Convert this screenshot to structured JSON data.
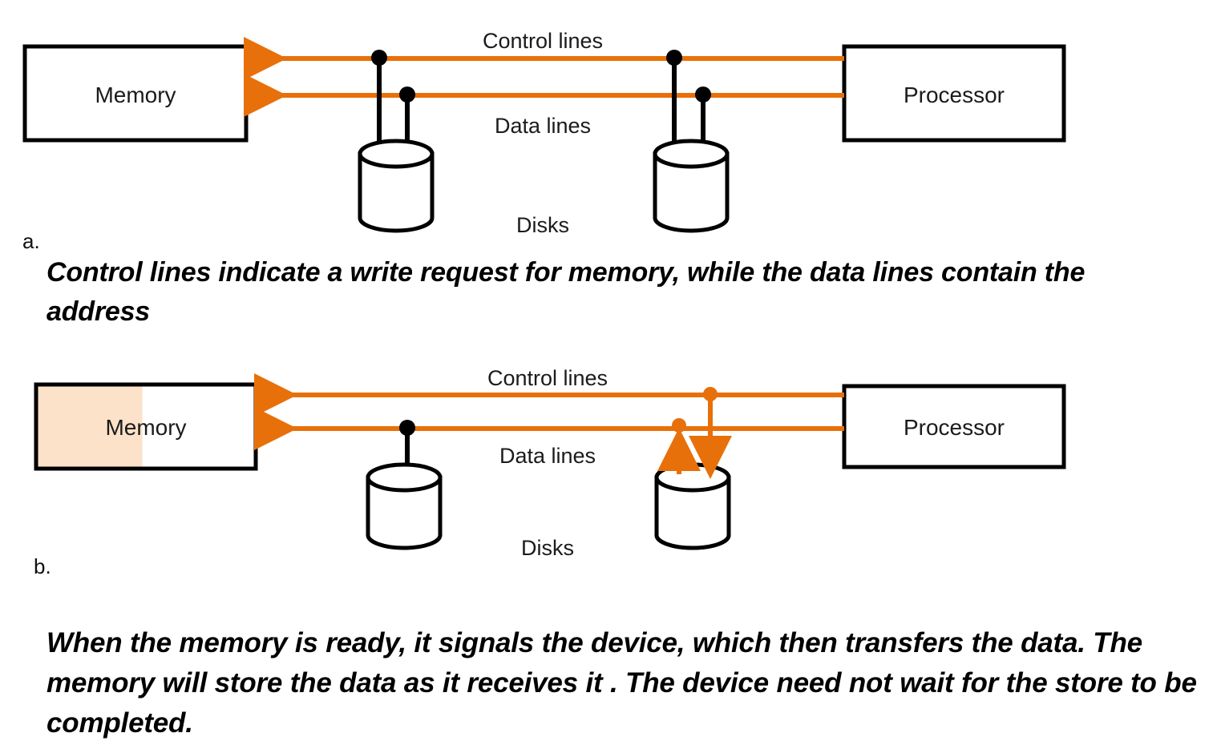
{
  "figure": {
    "title_alt": "DMA write transfer sequence diagram",
    "colors": {
      "bus_orange": "#E8700A",
      "shade_peach": "#FBE2C8",
      "outline_black": "#000000",
      "text_black": "#1b1b1b"
    }
  },
  "panel_a": {
    "key": "a.",
    "memory_label": "Memory",
    "processor_label": "Processor",
    "control_lines_label": "Control lines",
    "data_lines_label": "Data lines",
    "disks_label": "Disks",
    "caption": "Control lines indicate a write request  for memory, while the data lines contain the address",
    "memory_shaded": false,
    "disk_count": 2
  },
  "panel_b": {
    "key": "b.",
    "memory_label": "Memory",
    "processor_label": "Processor",
    "control_lines_label": "Control lines",
    "data_lines_label": "Data lines",
    "disks_label": "Disks",
    "caption": "When the memory is ready, it signals the device, which then transfers the data. The memory will store the data as it receives it . The device need not wait for the store to be completed.",
    "memory_shaded": true,
    "disk_count": 2,
    "right_disk_shaded": true
  }
}
